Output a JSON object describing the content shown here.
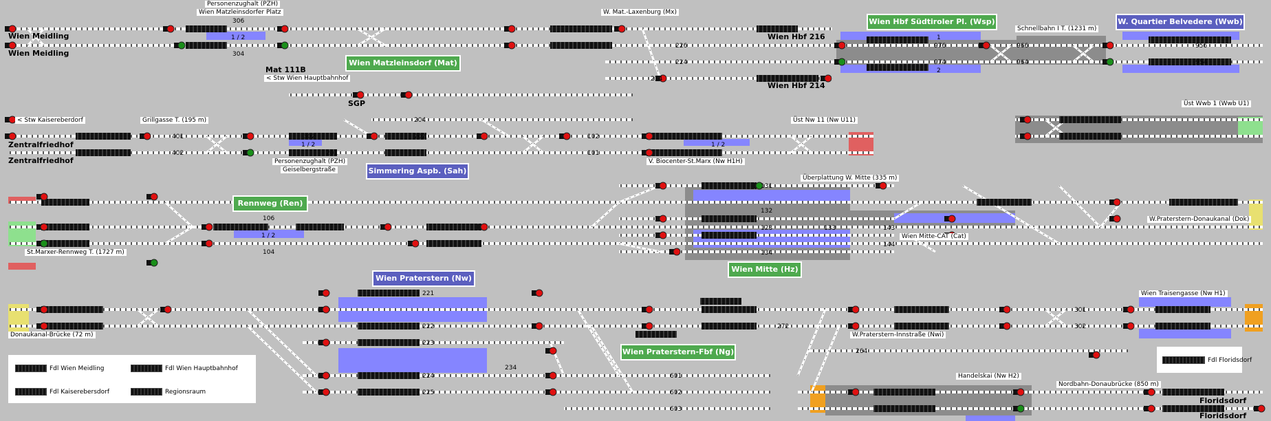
{
  "colors": {
    "background": "#c0c0c0",
    "track": "#ffffff",
    "route_set": "#8585ff",
    "occupied_gray": "#8c8c8c",
    "signal_red": "#e01010",
    "signal_green": "#1a8f1a",
    "station_green": "#4ea94e",
    "station_blue": "#5b5fbf",
    "border_red": "#e06060",
    "border_green": "#8ee08e",
    "border_yellow": "#e8e070",
    "border_orange": "#f0a020"
  },
  "stations": [
    {
      "id": "mat",
      "label": "Wien Matzleinsdorf (Mat)",
      "color": "green"
    },
    {
      "id": "wsp",
      "label": "Wien Hbf Südtiroler Pl. (Wsp)",
      "color": "green"
    },
    {
      "id": "wwb",
      "label": "W. Quartier Belvedere (Wwb)",
      "color": "blue"
    },
    {
      "id": "sah",
      "label": "Simmering Aspb. (Sah)",
      "color": "blue"
    },
    {
      "id": "ren",
      "label": "Rennweg (Ren)",
      "color": "green"
    },
    {
      "id": "hz",
      "label": "Wien Mitte (Hz)",
      "color": "green"
    },
    {
      "id": "nw",
      "label": "Wien Praterstern (Nw)",
      "color": "blue"
    },
    {
      "id": "ng",
      "label": "Wien Praterstern-Fbf (Ng)",
      "color": "green"
    }
  ],
  "labels": {
    "meidling_1": "Wien Meidling",
    "meidling_2": "Wien Meidling",
    "pzh_top": "Personenzughalt (PZH)",
    "matz_platz": "Wien Matzleinsdorfer Platz",
    "t306": "306",
    "t304": "304",
    "mat111b": "Mat 111B",
    "stw_hbf": "< Stw Wien Hauptbahnhof",
    "mat_lax": "W. Mat.-Laxenburg (Mx)",
    "hbf216": "Wien Hbf 216",
    "hbf214": "Wien Hbf 214",
    "t226": "226",
    "t224": "224",
    "t214": "214",
    "t976": "976",
    "t974": "974",
    "t966": "966",
    "t964": "964",
    "t956": "956",
    "t954": "954",
    "schnellbahn": "Schnellbahn I T. (1231 m)",
    "sgp": "SGP",
    "stw_kaiser": "< Stw Kaisereberdorf",
    "grillgasse": "Grillgasse T. (195 m)",
    "zentral_1": "Zentralfriedhof",
    "zentral_2": "Zentralfriedhof",
    "t401": "401",
    "t402": "402",
    "t302": "302",
    "t201": "201",
    "t202": "202",
    "t204": "204",
    "t102": "102",
    "t101": "101",
    "pzh_mid": "Personenzughalt (PZH)",
    "geiselberg": "Geiselbergstraße",
    "ust11": "Üst Nw 11 (Nw U11)",
    "biocenter": "V. Biocenter-St.Marx (Nw H1H)",
    "ustwwb1": "Üst Wwb 1 (Wwb U1)",
    "ueberplattung": "Überplattung W. Mitte (335 m)",
    "t106": "106",
    "t104": "104",
    "t131": "131",
    "t132": "132",
    "t133": "133",
    "t134": "134",
    "t123": "123",
    "t143": "143",
    "t144": "144",
    "stmarxer": "St.Marxer-Rennweg T. (1727 m)",
    "wmittecat": "Wien Mitte-CAT (Cat)",
    "dok": "W.Praterstern-Donaukanal (Dok)",
    "donaubruecke": "Donaukanal-Brücke (72 m)",
    "t221": "221",
    "t222": "222",
    "t223": "223",
    "t224b": "224",
    "t225": "225",
    "t234": "234",
    "t601": "601",
    "t602": "602",
    "t603": "603",
    "t272": "272",
    "t264": "264",
    "t301": "301",
    "t302b": "302",
    "innstrasse": "W.Praterstern-Innstraße (Nwi)",
    "traisengasse": "Wien Traisengasse (Nw H1)",
    "handelskai": "Handelskai (Nw H2)",
    "nordbahn": "Nordbahn-Donaubrücke (850 m)",
    "floridsdorf_1": "Floridsdorf",
    "floridsdorf_2": "Floridsdorf",
    "p1": "1",
    "p2": "2",
    "p12a": "1 / 2",
    "p12b": "1 / 2",
    "p12c": "1 / 2",
    "p12d": "1 / 2"
  },
  "legend": {
    "items": [
      {
        "label": "Fdl Wien Meidling"
      },
      {
        "label": "Fdl Wien Hauptbahnhof"
      },
      {
        "label": "Fdl Kaiserebersdorf"
      },
      {
        "label": "Regionsraum"
      }
    ],
    "floridsdorf": "Fdl Floridsdorf"
  }
}
